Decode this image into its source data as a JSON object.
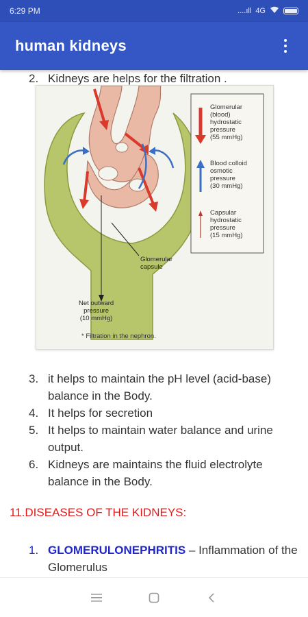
{
  "status_bar": {
    "time": "6:29 PM",
    "signal": "....ıll",
    "network": "4G"
  },
  "app_bar": {
    "title": "human kidneys",
    "more_icon": "more-vert-icon"
  },
  "list": [
    {
      "num": "2.",
      "text": "Kidneys are helps for the filtration ."
    },
    {
      "num": "3.",
      "text": "it helps to maintain the pH level (acid-base) balance  in the Body."
    },
    {
      "num": "4.",
      "text": "It helps for secretion"
    },
    {
      "num": "5.",
      "text": "It helps to maintain water balance and urine output."
    },
    {
      "num": "6.",
      "text": "Kidneys  are maintains the fluid electrolyte balance in the Body."
    }
  ],
  "figure": {
    "legend": [
      {
        "lines": [
          "Glomerular",
          "(blood)",
          "hydrostatic",
          "pressure",
          "(55 mmHg)"
        ],
        "color": "#d93a2b"
      },
      {
        "lines": [
          "Blood colloid",
          "osmotic",
          "pressure",
          "(30 mmHg)"
        ],
        "color": "#3a6fc4"
      },
      {
        "lines": [
          "Capsular",
          "hydrostatic",
          "pressure",
          "(15 mmHg)"
        ],
        "color": "#b53b2e"
      }
    ],
    "capsule_label": [
      "Glomerular",
      "capsule"
    ],
    "net_label": [
      "Net outward",
      "pressure",
      "(10 mmHg)"
    ],
    "caption": "* Filtration in the nephron."
  },
  "section": {
    "title": "11.DISEASES OF THE KIDNEYS:"
  },
  "diseases": [
    {
      "num": "1.",
      "name": "GLOMERULONEPHRITIS",
      "desc": " – Inflammation of the Glomerulus"
    }
  ],
  "nav": {
    "menu_icon": "menu-icon",
    "home_icon": "home-square-icon",
    "back_icon": "back-chevron-icon"
  }
}
